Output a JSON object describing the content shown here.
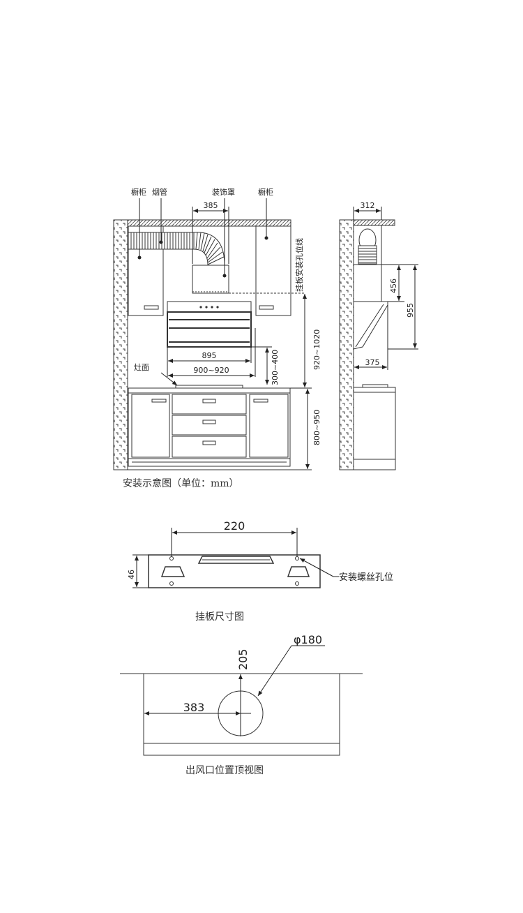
{
  "install": {
    "caption": "安装示意图（单位：mm）",
    "labels": {
      "cabinet_left": "橱柜",
      "flue": "烟管",
      "cover": "装饰罩",
      "cabinet_right": "橱柜",
      "stove": "灶面",
      "mount_line": "挂板安装孔位线"
    },
    "dims": {
      "d385": "385",
      "d895": "895",
      "d900_920": "900~920",
      "d300_400": "300~400",
      "d920_1020": "920~1020",
      "d800_950": "800~950",
      "d312": "312",
      "d456": "456",
      "d955": "955",
      "d375": "375"
    }
  },
  "plate": {
    "caption": "挂板尺寸图",
    "width_dim": "220",
    "height_dim": "46",
    "hole_label": "安装螺丝孔位"
  },
  "outlet": {
    "caption": "出风口位置顶视图",
    "diameter": "φ180",
    "y_dim": "205",
    "x_dim": "383"
  }
}
